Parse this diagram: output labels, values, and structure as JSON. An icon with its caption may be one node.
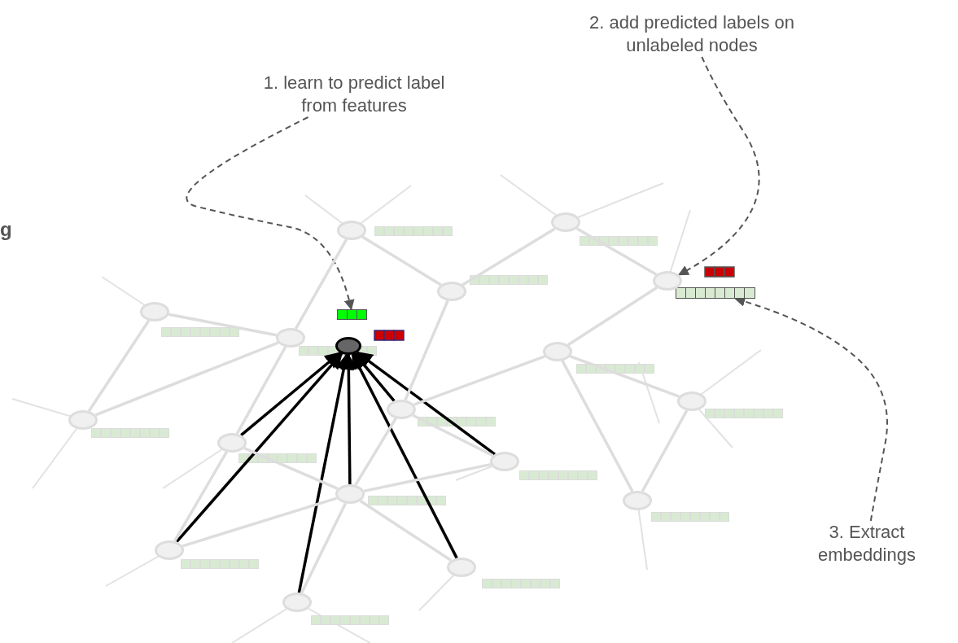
{
  "diagram": {
    "nodes": [
      {
        "text": [
          "1. learn to predict label from features"
        ]
      },
      {
        "text": [
          "2. add predicted labels on unlabeled nodes"
        ]
      },
      {
        "text": [
          "3. Extract embeddings"
        ]
      },
      {
        "text": [],
        "shape": "bar"
      },
      {
        "text": [],
        "shape": "bar"
      },
      {
        "text": [],
        "shape": "ellipse"
      },
      {
        "text": [],
        "shape": "ellipse"
      },
      {
        "text": [],
        "shape": "ellipse"
      },
      {
        "text": [],
        "shape": "ellipse"
      },
      {
        "text": [],
        "shape": "ellipse"
      },
      {
        "text": [],
        "shape": "ellipse"
      },
      {
        "text": [],
        "shape": "ellipse"
      },
      {
        "text": [],
        "shape": "ellipse"
      },
      {
        "text": [],
        "shape": "ellipse"
      },
      {
        "text": [],
        "shape": "ellipse"
      },
      {
        "text": [],
        "shape": "ellipse"
      },
      {
        "text": [],
        "shape": "ellipse"
      },
      {
        "text": [],
        "shape": "ellipse"
      },
      {
        "text": [],
        "shape": "ellipse"
      },
      {
        "text": [],
        "shape": "ellipse"
      },
      {
        "text": [],
        "shape": "ellipse"
      },
      {
        "text": [],
        "shape": "ellipse"
      },
      {
        "text": [],
        "shape": "ellipse"
      }
    ],
    "edges": [
      {
        "from": 0,
        "to": 3,
        "arrow": "to",
        "style": "dashed",
        "color": "#555555"
      },
      {
        "from": 1,
        "to": 8,
        "arrow": "to",
        "style": "dashed",
        "color": "#555555"
      },
      {
        "from": 2,
        "to": 4,
        "arrow": "to",
        "style": "dashed",
        "color": "#555555"
      },
      {
        "from": 15,
        "to": 11,
        "arrow": "to",
        "color": "#000000"
      },
      {
        "from": 20,
        "to": 11,
        "arrow": "to",
        "color": "#000000"
      },
      {
        "from": 22,
        "to": 11,
        "arrow": "to",
        "color": "#000000"
      },
      {
        "from": 17,
        "to": 11,
        "arrow": "to",
        "color": "#000000"
      },
      {
        "from": 21,
        "to": 11,
        "arrow": "to",
        "color": "#000000"
      },
      {
        "from": 12,
        "to": 11,
        "arrow": "to",
        "color": "#000000"
      },
      {
        "from": 16,
        "to": 11,
        "arrow": "to",
        "color": "#000000"
      },
      {
        "from": 9,
        "to": 10,
        "arrow": "none"
      },
      {
        "from": 9,
        "to": 14,
        "arrow": "none"
      },
      {
        "from": 14,
        "to": 10,
        "arrow": "none"
      },
      {
        "from": 10,
        "to": 5,
        "arrow": "none"
      },
      {
        "from": 10,
        "to": 15,
        "arrow": "none"
      },
      {
        "from": 15,
        "to": 20,
        "arrow": "none"
      },
      {
        "from": 15,
        "to": 17,
        "arrow": "none"
      },
      {
        "from": 20,
        "to": 17,
        "arrow": "none"
      },
      {
        "from": 17,
        "to": 12,
        "arrow": "none"
      },
      {
        "from": 17,
        "to": 16,
        "arrow": "none"
      },
      {
        "from": 17,
        "to": 21,
        "arrow": "none"
      },
      {
        "from": 22,
        "to": 17,
        "arrow": "none"
      },
      {
        "from": 12,
        "to": 6,
        "arrow": "none"
      },
      {
        "from": 12,
        "to": 13,
        "arrow": "none"
      },
      {
        "from": 5,
        "to": 6,
        "arrow": "none"
      },
      {
        "from": 6,
        "to": 7,
        "arrow": "none"
      },
      {
        "from": 7,
        "to": 8,
        "arrow": "none"
      },
      {
        "from": 8,
        "to": 13,
        "arrow": "none"
      },
      {
        "from": 13,
        "to": 18,
        "arrow": "none"
      },
      {
        "from": 13,
        "to": 19,
        "arrow": "none"
      },
      {
        "from": 18,
        "to": 19,
        "arrow": "none"
      },
      {
        "from": 12,
        "to": 16,
        "arrow": "none"
      }
    ],
    "labels": [
      "g"
    ]
  }
}
